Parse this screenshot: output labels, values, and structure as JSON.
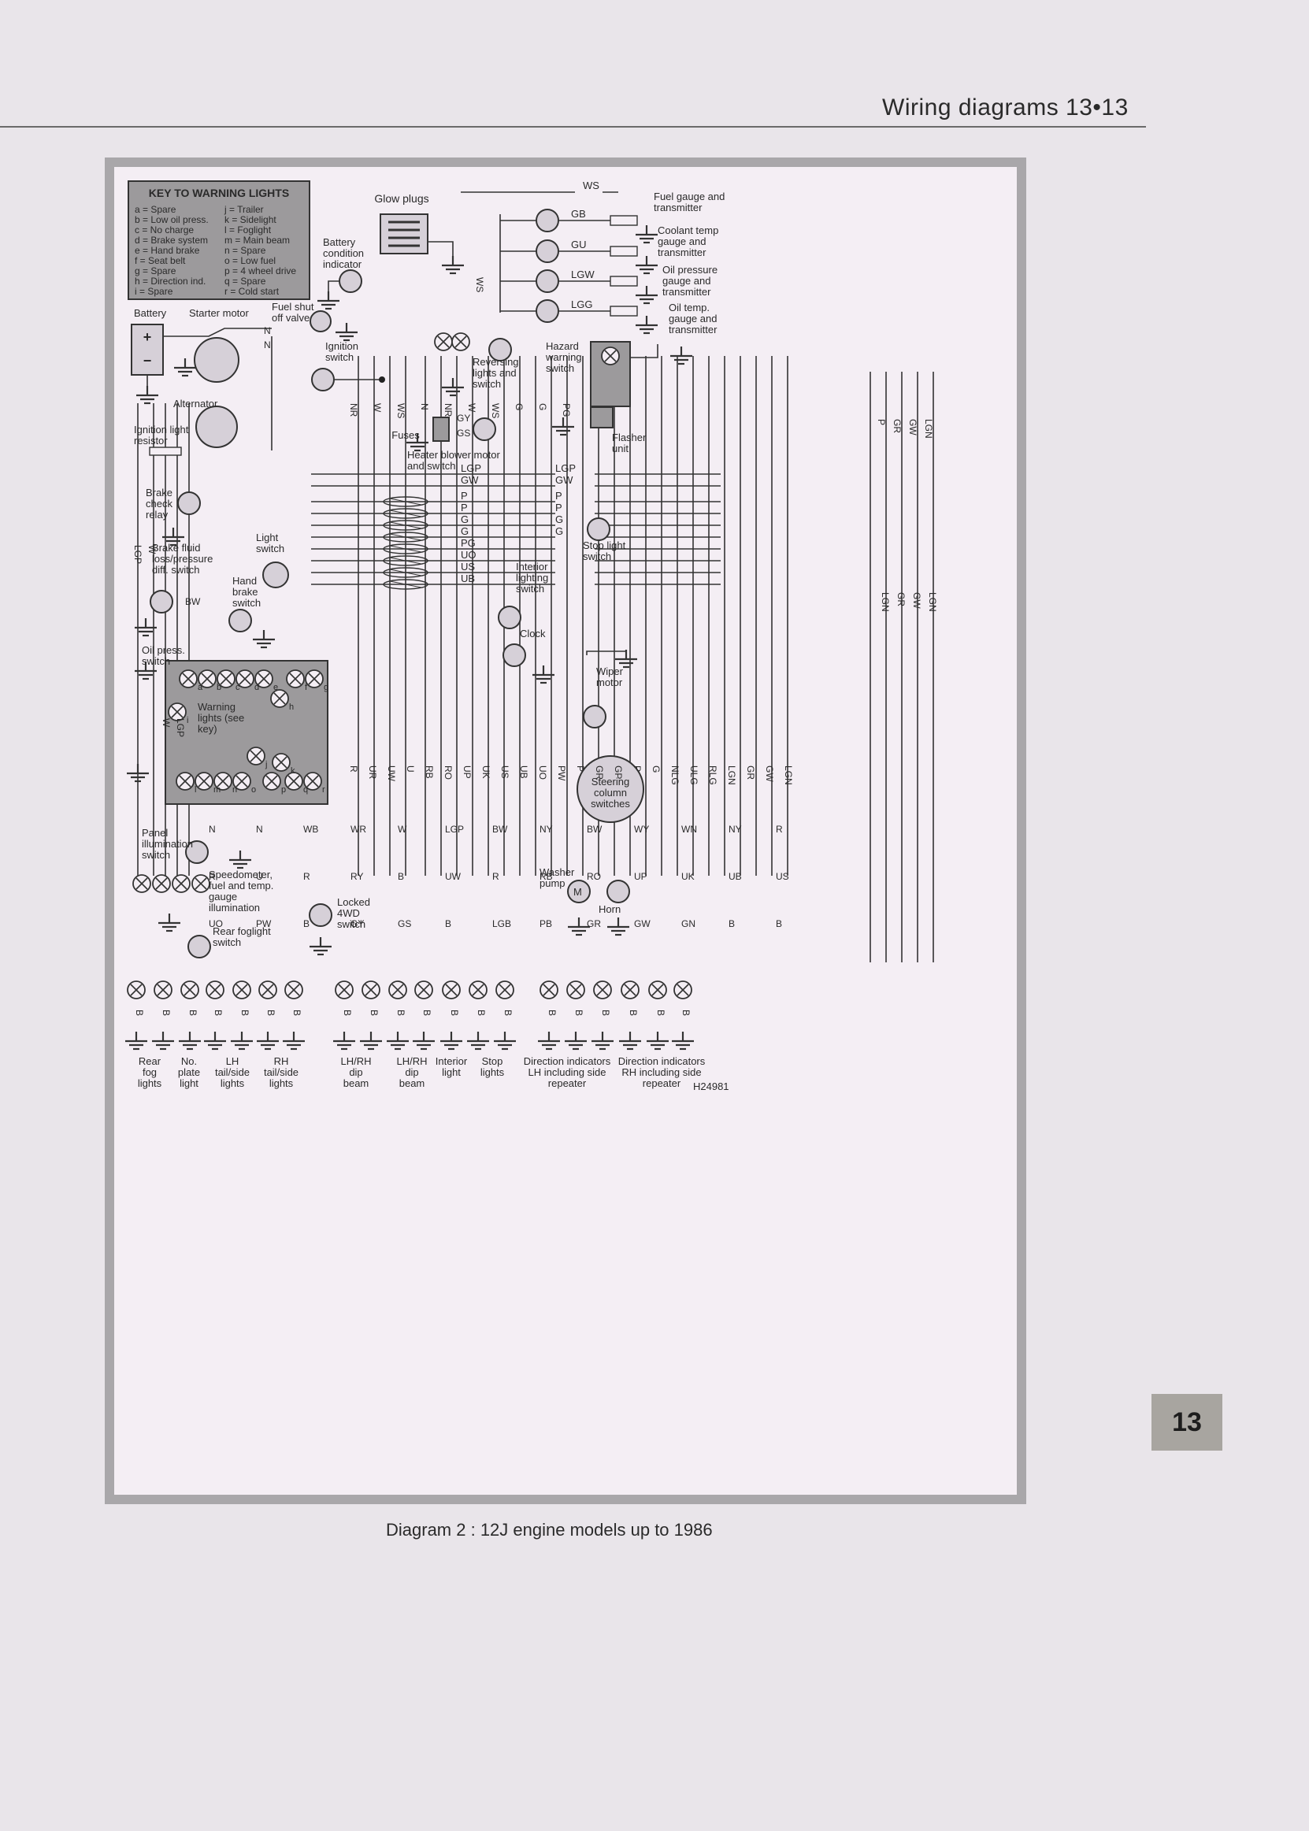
{
  "page": {
    "header": "Wiring diagrams 13•13",
    "chapter_tab": "13",
    "caption": "Diagram 2 : 12J engine models up to 1986",
    "figure_ref": "H24981"
  },
  "key": {
    "title": "KEY TO WARNING LIGHTS",
    "left": [
      "a = Spare",
      "b = Low oil press.",
      "c = No charge",
      "d = Brake system",
      "e = Hand brake",
      "f = Seat belt",
      "g = Spare",
      "h = Direction ind.",
      "i = Spare"
    ],
    "right": [
      "j = Trailer",
      "k = Sidelight",
      "l = Foglight",
      "m = Main beam",
      "n = Spare",
      "o = Low fuel",
      "p = 4 wheel drive",
      "q = Spare",
      "r = Cold start"
    ]
  },
  "components": {
    "glow_plugs": "Glow plugs",
    "battery_condition": [
      "Battery",
      "condition",
      "indicator"
    ],
    "battery": "Battery",
    "starter_motor": "Starter motor",
    "fuel_shut_off": [
      "Fuel shut",
      "off valve"
    ],
    "ignition_switch": [
      "Ignition",
      "switch"
    ],
    "alternator": "Alternator",
    "ignition_light_resistor": [
      "Ignition light",
      "resistor"
    ],
    "reversing": [
      "Reversing",
      "lights and",
      "switch"
    ],
    "hazard": [
      "Hazard",
      "warning",
      "switch"
    ],
    "flasher": [
      "Flasher",
      "unit"
    ],
    "heater_blower": [
      "Heater blower motor",
      "and switch"
    ],
    "fuses": "Fuses",
    "brake_check": [
      "Brake",
      "check",
      "relay"
    ],
    "brake_fluid": [
      "Brake fluid",
      "loss/pressure",
      "diff. switch"
    ],
    "light_switch": [
      "Light",
      "switch"
    ],
    "hand_brake": [
      "Hand",
      "brake",
      "switch"
    ],
    "oil_press": [
      "Oil press.",
      "switch"
    ],
    "warning_lights": [
      "Warning",
      "lights (see",
      "key)"
    ],
    "interior_lighting": [
      "Interior",
      "lighting",
      "switch"
    ],
    "stop_light_switch": [
      "Stop light",
      "switch"
    ],
    "clock": "Clock",
    "wiper_motor": [
      "Wiper",
      "motor"
    ],
    "steering_column": [
      "Steering",
      "column",
      "switches"
    ],
    "panel_illumination": [
      "Panel",
      "illumination",
      "switch"
    ],
    "speedometer": [
      "Speedometer,",
      "fuel and temp.",
      "gauge",
      "illumination"
    ],
    "locked_4wd": [
      "Locked",
      "4WD",
      "switch"
    ],
    "rear_foglight_switch": [
      "Rear foglight",
      "switch"
    ],
    "washer_pump": [
      "Washer",
      "pump"
    ],
    "horn": "Horn",
    "fuel_gauge": [
      "Fuel gauge and",
      "transmitter"
    ],
    "coolant": [
      "Coolant temp",
      "gauge and",
      "transmitter"
    ],
    "oil_pressure_gauge": [
      "Oil pressure",
      "gauge and",
      "transmitter"
    ],
    "oil_temp": [
      "Oil temp.",
      "gauge and",
      "transmitter"
    ]
  },
  "bottom_labels": [
    [
      "Rear",
      "fog",
      "lights"
    ],
    [
      "No.",
      "plate",
      "light"
    ],
    [
      "LH",
      "tail/side",
      "lights"
    ],
    [
      "RH",
      "tail/side",
      "lights"
    ],
    [
      "LH/RH",
      "dip",
      "beam"
    ],
    [
      "LH/RH",
      "dip",
      "beam"
    ],
    [
      "Interior",
      "light"
    ],
    [
      "Stop",
      "lights"
    ],
    [
      "Direction indicators",
      "LH including side",
      "repeater"
    ],
    [
      "Direction indicators",
      "RH including side",
      "repeater"
    ]
  ],
  "wire_codes": {
    "gauges": [
      "WS",
      "GB",
      "GU",
      "LGW",
      "LGG"
    ],
    "fuse_rows": [
      "LGP",
      "GW",
      "P",
      "P",
      "G",
      "G",
      "PG",
      "UO",
      "US",
      "UB"
    ],
    "fuse_right": [
      "LGP",
      "GW",
      "P",
      "P",
      "G",
      "G"
    ],
    "mid_vertical": [
      "NR",
      "W",
      "WS",
      "N",
      "NR",
      "W",
      "WS",
      "G",
      "G",
      "PG"
    ],
    "lower_mid": [
      "R",
      "UR",
      "UW",
      "U",
      "RB",
      "RO",
      "UP",
      "UK",
      "US",
      "UB",
      "UO",
      "PW",
      "P",
      "GR",
      "GP",
      "P",
      "G",
      "NLG",
      "ULG",
      "RLG",
      "LGN",
      "GR",
      "GW",
      "LGN"
    ],
    "right_vertical": [
      "P",
      "GR",
      "GW",
      "LGN"
    ],
    "left_vertical": [
      "LGP",
      "W",
      "W",
      "LGP"
    ],
    "misc": [
      "N",
      "N",
      "WB",
      "WR",
      "W",
      "LGP",
      "BW",
      "NY",
      "BW",
      "WY",
      "WN",
      "NY",
      "R",
      "R",
      "U",
      "R",
      "RY",
      "B",
      "UW",
      "R",
      "RB",
      "RO",
      "UP",
      "UK",
      "UB",
      "US",
      "UO",
      "PW",
      "B",
      "GY",
      "GS",
      "B",
      "LGB",
      "PB",
      "GR",
      "GW",
      "GN",
      "B",
      "B"
    ]
  },
  "warning_letters": [
    "a",
    "b",
    "c",
    "d",
    "e",
    "f",
    "g",
    "h",
    "i",
    "j",
    "k",
    "l",
    "m",
    "n",
    "o",
    "p",
    "q",
    "r"
  ],
  "lamp_suffix": "B"
}
